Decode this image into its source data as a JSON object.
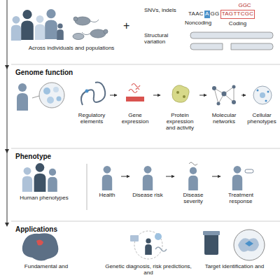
{
  "diagram": {
    "nodes": [
      {
        "text": [
          "Regulatory elements"
        ]
      },
      {
        "text": [
          "Gene expression"
        ]
      },
      {
        "text": [
          "Protein expression and activity"
        ]
      },
      {
        "text": [
          "Molecular networks"
        ]
      },
      {
        "text": [
          "Cellular phenotypes"
        ]
      },
      {
        "text": [
          "Health"
        ]
      },
      {
        "text": [
          "Disease risk"
        ]
      },
      {
        "text": [
          "Disease severity"
        ]
      },
      {
        "text": [
          "Treatment response"
        ]
      }
    ],
    "edges": [
      {
        "from": 0,
        "to": 1,
        "arrow": "to"
      },
      {
        "from": 1,
        "to": 2,
        "arrow": "to"
      },
      {
        "from": 2,
        "to": 3,
        "arrow": "to"
      },
      {
        "from": 3,
        "to": 4,
        "arrow": "to"
      },
      {
        "from": 5,
        "to": 6,
        "arrow": "to"
      },
      {
        "from": 6,
        "to": 7,
        "arrow": "to"
      },
      {
        "from": 7,
        "to": 8,
        "arrow": "to"
      }
    ],
    "labels": [
      "Across individuals and populations",
      "+",
      "SNVs, indels",
      "GGC",
      "TAAC",
      "A",
      "GG",
      "TAGTTCGC",
      "Noncoding",
      "Coding",
      "Structural variation",
      "Genome function",
      "Phenotype",
      "Human phenotypes",
      "Applications",
      "Fundamental and",
      "Genetic diagnosis, risk predictions, and",
      "Target identification and"
    ]
  }
}
